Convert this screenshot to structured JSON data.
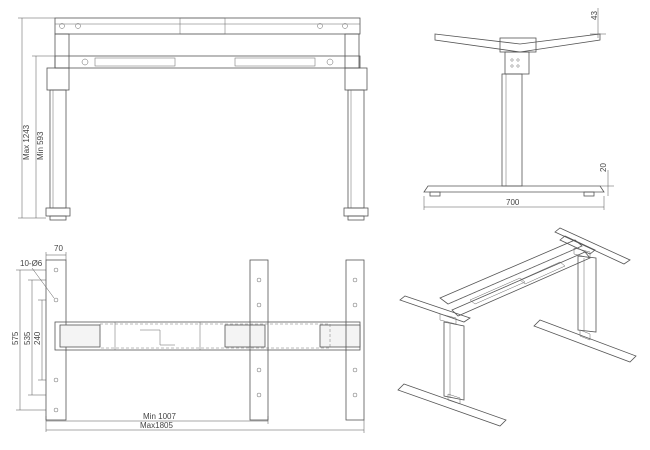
{
  "drawing": {
    "front_view": {
      "max_height": "Max 1243",
      "min_height": "Min 593"
    },
    "side_view": {
      "top_thickness": "43",
      "foot_height": "20",
      "foot_length": "700"
    },
    "top_view": {
      "top_width": "70",
      "holes": "10-Ø6",
      "dim_575": "575",
      "dim_535": "535",
      "dim_240": "240",
      "min_width": "Min 1007",
      "max_width": "Max1805"
    }
  }
}
